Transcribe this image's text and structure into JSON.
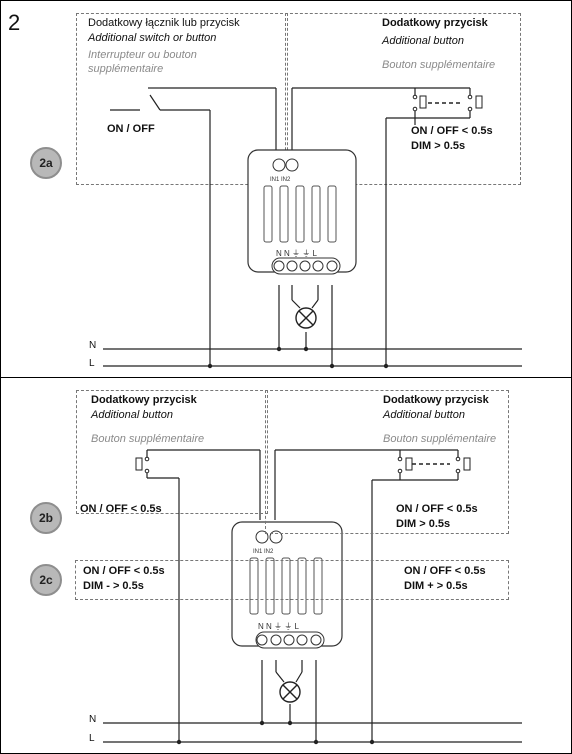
{
  "section_number": "2",
  "top": {
    "left_box": {
      "title_pl": "Dodatkowy łącznik lub przycisk",
      "title_en": "Additional switch or button",
      "title_fr_1": "Interrupteur ou bouton",
      "title_fr_2": "supplémentaire",
      "action": "ON / OFF"
    },
    "right_box": {
      "title_pl": "Dodatkowy przycisk",
      "title_en": "Additional button",
      "title_fr": "Bouton supplémentaire",
      "action_1": "ON / OFF < 0.5s",
      "action_2": "DIM > 0.5s"
    },
    "badge": "2a",
    "n_label": "N",
    "l_label": "L",
    "terminals_top": "IN1 IN2",
    "terminals_bottom": "N  N  ⏚  ⏚  L"
  },
  "bottom": {
    "left_box": {
      "title_pl": "Dodatkowy przycisk",
      "title_en": "Additional button",
      "title_fr": "Bouton supplémentaire",
      "action": "ON / OFF < 0.5s"
    },
    "right_box": {
      "title_pl": "Dodatkowy przycisk",
      "title_en": "Additional button",
      "title_fr": "Bouton supplémentaire",
      "action_1": "ON / OFF < 0.5s",
      "action_2": "DIM > 0.5s"
    },
    "badge_b": "2b",
    "badge_c": "2c",
    "c_left_1": "ON / OFF < 0.5s",
    "c_left_2": "DIM - > 0.5s",
    "c_right_1": "ON / OFF < 0.5s",
    "c_right_2": "DIM + > 0.5s",
    "n_label": "N",
    "l_label": "L",
    "terminals_top": "IN1 IN2",
    "terminals_bottom": "N  N  ⏚  ⏚  L"
  }
}
